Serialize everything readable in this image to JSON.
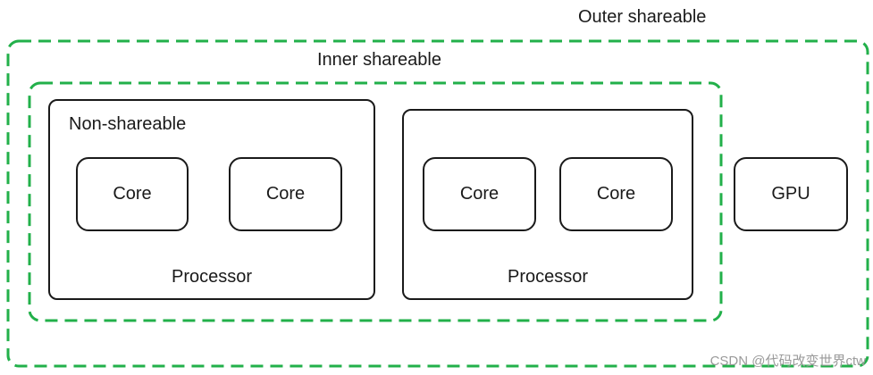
{
  "domains": {
    "outer_label": "Outer shareable",
    "inner_label": "Inner shareable",
    "non_label": "Non-shareable"
  },
  "processors": [
    {
      "label": "Processor",
      "cores": [
        "Core",
        "Core"
      ]
    },
    {
      "label": "Processor",
      "cores": [
        "Core",
        "Core"
      ]
    }
  ],
  "gpu": {
    "label": "GPU"
  },
  "watermark": "CSDN @代码改变世界ctw",
  "colors": {
    "dash": "#22b04a",
    "border": "#1a1a1a"
  }
}
